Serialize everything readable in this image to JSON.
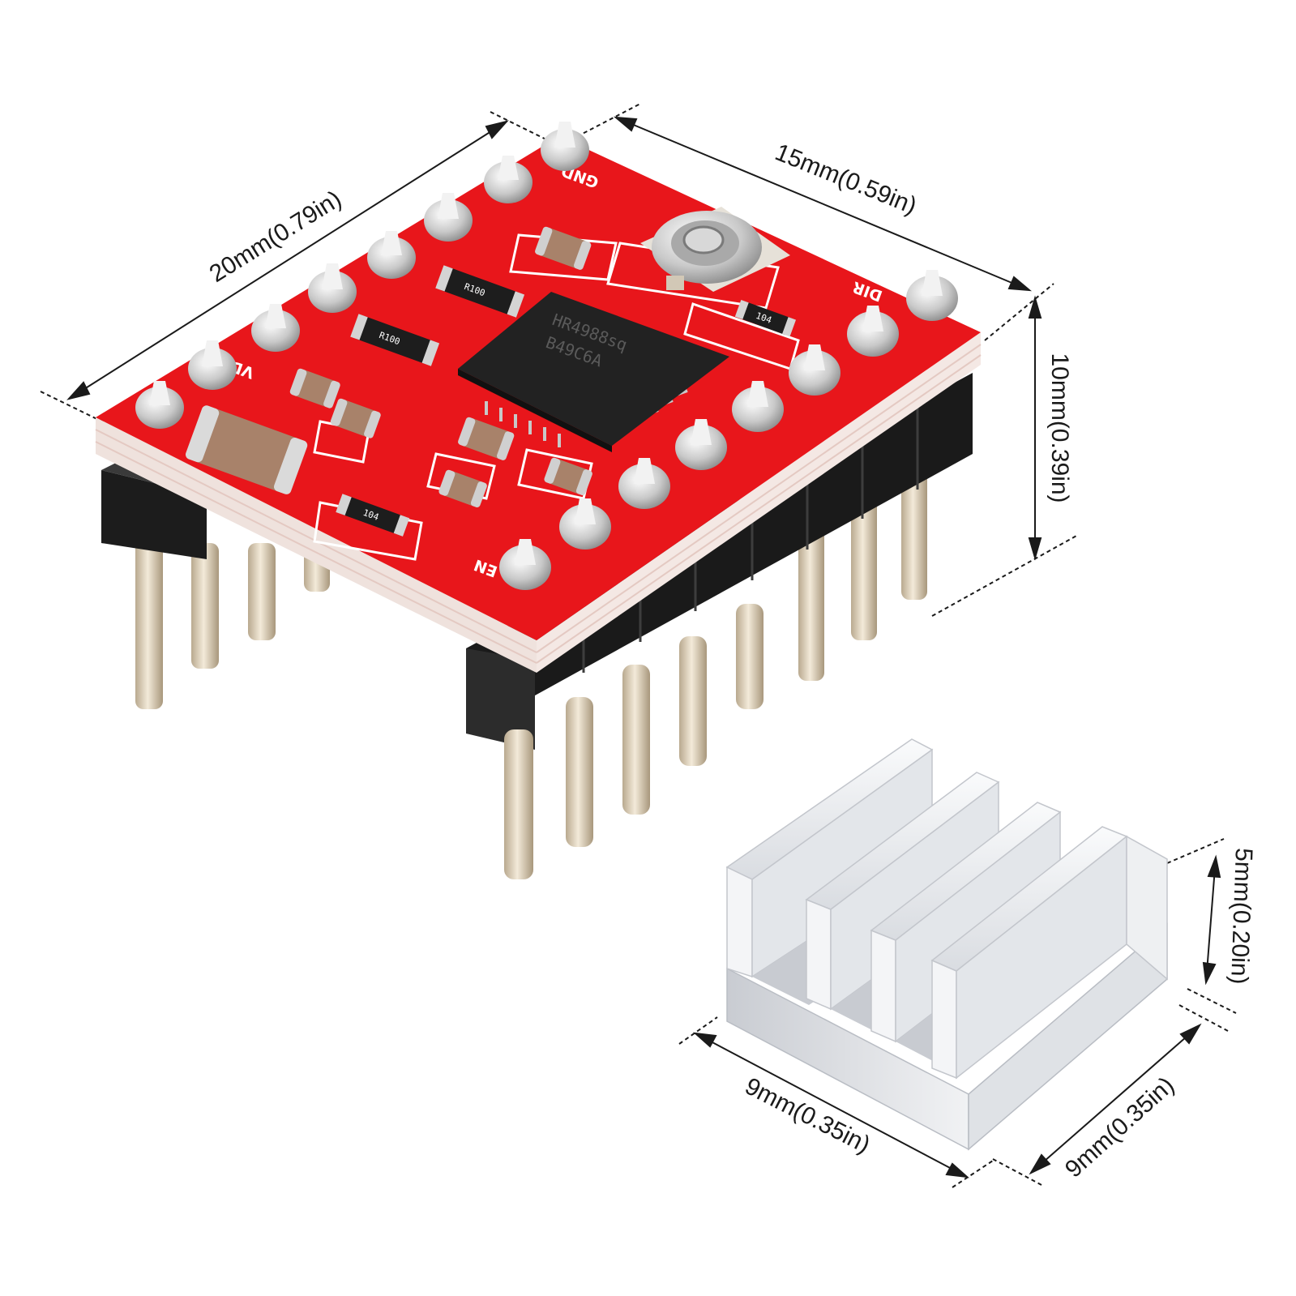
{
  "dimensions": {
    "board_length": "20mm(0.79in)",
    "board_width": "15mm(0.59in)",
    "board_height": "10mm(0.39in)",
    "heatsink_height": "5mm(0.20in)",
    "heatsink_length": "9mm(0.35in)",
    "heatsink_width": "9mm(0.35in)"
  },
  "chip": {
    "line1": "HR4988sq",
    "line2": "B49C6A"
  },
  "resistors": {
    "r1": "R100",
    "r2": "R100",
    "r3": "104",
    "r4": "104"
  },
  "silkscreen": {
    "gnd": "GND",
    "dir": "DIR",
    "en": "EN",
    "vdd": "VDD"
  },
  "colors": {
    "pcb": "#e8161b",
    "pcb_edge": "#f2e6e2",
    "header": "#1c1c1c",
    "pin": "#d7c9b3",
    "heatsink": "#e9ebee",
    "chip": "#222222",
    "capacitor": "#a8826a"
  }
}
